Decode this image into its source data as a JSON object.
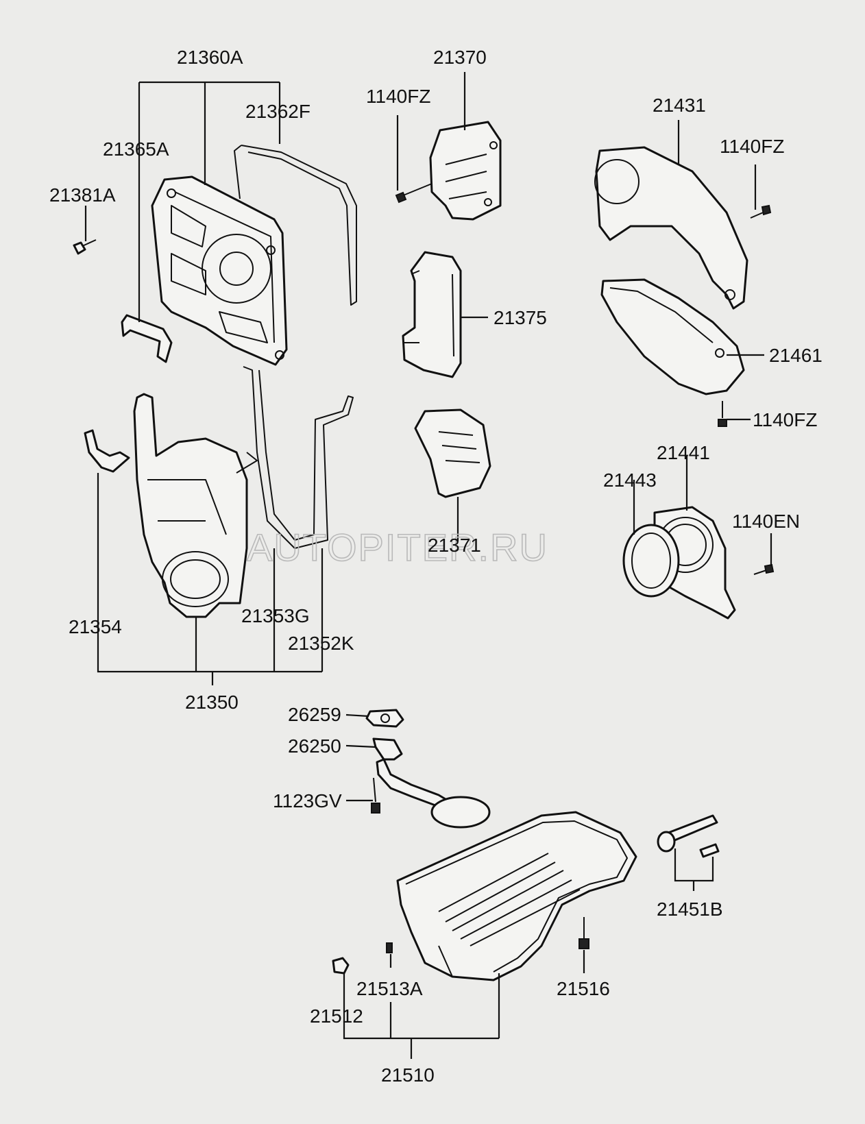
{
  "watermark": "AUTOPITER.RU",
  "labels": {
    "p21360A": "21360A",
    "p21362F": "21362F",
    "p21365A": "21365A",
    "p21381A": "21381A",
    "p21370": "21370",
    "p1140FZ_a": "1140FZ",
    "p21375": "21375",
    "p21371": "21371",
    "p21431": "21431",
    "p1140FZ_b": "1140FZ",
    "p21461": "21461",
    "p1140FZ_c": "1140FZ",
    "p21441": "21441",
    "p21443": "21443",
    "p1140EN": "1140EN",
    "p21354": "21354",
    "p21353G": "21353G",
    "p21352K": "21352K",
    "p21350": "21350",
    "p26259": "26259",
    "p26250": "26250",
    "p1123GV": "1123GV",
    "p21451B": "21451B",
    "p21513A": "21513A",
    "p21516": "21516",
    "p21512": "21512",
    "p21510": "21510"
  }
}
